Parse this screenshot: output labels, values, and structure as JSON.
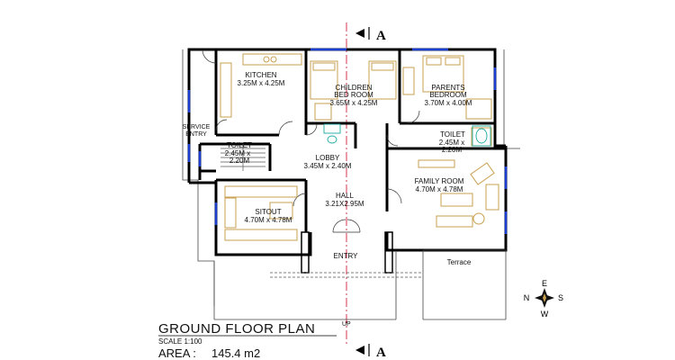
{
  "rooms": {
    "kitchen": {
      "name": "KITCHEN",
      "dims": "3.25M x 4.25M"
    },
    "children_bedroom": {
      "name_line1": "CHILDREN",
      "name_line2": "BED ROOM",
      "dims": "3.65M x 4.25M"
    },
    "parents_bedroom": {
      "name_line1": "PARENTS",
      "name_line2": "BEDROOM",
      "dims": "3.70M x 4.00M"
    },
    "toilet_left": {
      "name": "TOILET",
      "dims_line1": "2.45M x",
      "dims_line2": "2.20M"
    },
    "toilet_right": {
      "name": "TOILET",
      "dims_line1": "2.45M x",
      "dims_line2": "2.20M"
    },
    "lobby": {
      "name": "LOBBY",
      "dims": "3.45M x 2.40M"
    },
    "hall": {
      "name": "HALL",
      "dims": "3.21X2.95M"
    },
    "family_room": {
      "name": "FAMILY ROOM",
      "dims": "4.70M x 4.78M"
    },
    "sitout": {
      "name": "SITOUT",
      "dims": "4.70M x 4.78M"
    },
    "service_entry": {
      "line1": "SERVICE",
      "line2": "ENTRY"
    },
    "entry": {
      "name": "ENTRY"
    },
    "terrace": {
      "name": "Terrace"
    }
  },
  "title": {
    "main": "GROUND FLOOR PLAN",
    "up": "UP",
    "scale": "SCALE 1:100",
    "area_label": "AREA :",
    "area_value": "145.4 m2"
  },
  "section_marker": {
    "label": "A"
  },
  "compass": {
    "north": "N",
    "south": "S",
    "east": "E",
    "west": "W"
  },
  "colors": {
    "wall": "#000000",
    "window": "#1a3fd0",
    "furniture": "#c8a050",
    "section_line": "#d0203a"
  }
}
